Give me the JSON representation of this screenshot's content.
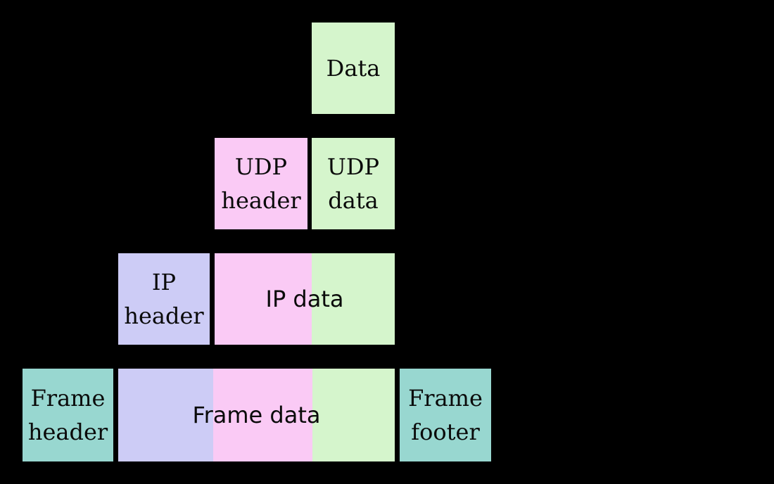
{
  "palette": {
    "background": "#000000",
    "border": "#000000",
    "text": "#0a0a0a",
    "green": "#d5f5cc",
    "pink": "#facaf5",
    "lavender": "#cdccf6",
    "teal": "#98d7d0"
  },
  "boxes": {
    "data": {
      "lines": [
        "Data"
      ]
    },
    "udp_header": {
      "lines": [
        "UDP",
        "header"
      ]
    },
    "udp_data": {
      "lines": [
        "UDP",
        "data"
      ]
    },
    "ip_header": {
      "lines": [
        "IP",
        "header"
      ]
    },
    "ip_data": {
      "lines": [
        "IP data"
      ]
    },
    "frame_header": {
      "lines": [
        "Frame",
        "header"
      ]
    },
    "frame_data": {
      "lines": [
        "Frame data"
      ]
    },
    "frame_footer": {
      "lines": [
        "Frame",
        "footer"
      ]
    }
  }
}
